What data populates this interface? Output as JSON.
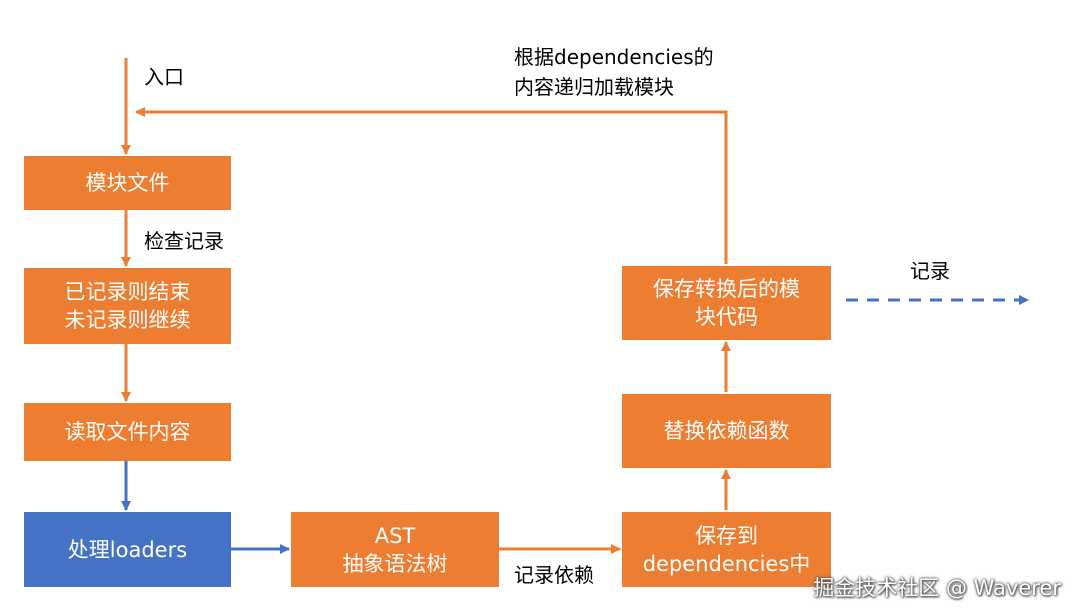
{
  "colors": {
    "orange": "#ED7D31",
    "blue": "#4472C4",
    "dashed": "#4472C4"
  },
  "nodes": {
    "module_file": {
      "lines": [
        "模块文件"
      ]
    },
    "recorded_check": {
      "lines": [
        "已记录则结束",
        "未记录则继续"
      ]
    },
    "read_file": {
      "lines": [
        "读取文件内容"
      ]
    },
    "loaders": {
      "lines": [
        "处理loaders"
      ]
    },
    "ast": {
      "lines": [
        "AST",
        "抽象语法树"
      ]
    },
    "save_deps": {
      "lines": [
        "保存到",
        "dependencies中"
      ]
    },
    "replace_fn": {
      "lines": [
        "替换依赖函数"
      ]
    },
    "save_code": {
      "lines": [
        "保存转换后的模",
        "块代码"
      ]
    }
  },
  "labels": {
    "entry": "入口",
    "check_record": "检查记录",
    "record_deps": "记录依赖",
    "record": "记录",
    "recursive_line1": "根据dependencies的",
    "recursive_line2": "内容递归加载模块"
  },
  "watermark": "掘金技术社区 @ Waverer"
}
